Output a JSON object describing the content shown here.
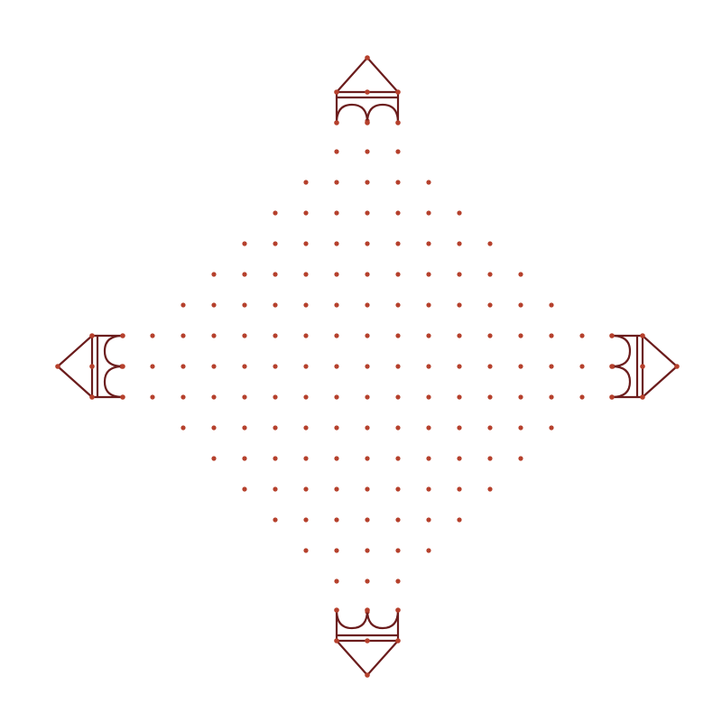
{
  "pattern": {
    "kind": "kolam dot grid with ornamental motifs",
    "dot_color": "#b5402c",
    "line_color": "#6b1c1c",
    "motif_names": [
      "motif-top",
      "motif-left",
      "motif-right",
      "motif-bottom"
    ]
  }
}
